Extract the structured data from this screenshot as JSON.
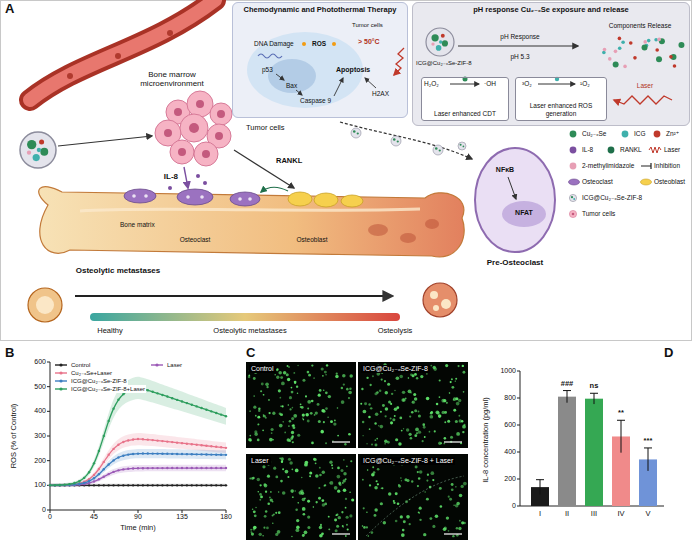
{
  "diagram": {
    "nodes": [
      {
        "text": [
          "Chemodynamic and Photothermal Therapy"
        ]
      },
      {
        "text": [
          "pH response Cu₂₋ₓSe exposure and release"
        ]
      },
      {
        "text": [
          "Laser enhanced CDT"
        ],
        "in": 1
      },
      {
        "text": [
          "Laser enhanced ROS generation"
        ],
        "in": 1
      },
      {
        "text": [
          "Control"
        ]
      },
      {
        "text": [
          "ICG@Cu₂₋ₓSe-ZIF-8"
        ]
      },
      {
        "text": [
          "Laser"
        ]
      },
      {
        "text": [
          "ICG@Cu₂₋ₓSe-ZIF-8 + Laser"
        ]
      }
    ],
    "labels": [
      "A",
      "Bone marrow microenvironment",
      "Tumor cells",
      "IL-8",
      "RANKL",
      "Bone matrix",
      "Osteoclast",
      "Osteoblast",
      "Osteolytic metastases",
      "Healthy",
      "Osteolytic metastases",
      "Osteolysis",
      "Tumor cells",
      "DNA Damage",
      "ROS",
      "> 50°C",
      "p53",
      "Bax",
      "Caspase 9",
      "Apoptosis",
      "H2AX",
      "ICG@Cu₂₋ₓSe-ZIF-8",
      "pH Response",
      "pH 5.3",
      "Components Release",
      "Laser",
      "H₂O₂",
      "·OH",
      "³O₂",
      "¹O₂",
      "NFκB",
      "NFAT",
      "Pre-Osteoclast",
      "B",
      "0",
      "100",
      "200",
      "300",
      "400",
      "500",
      "600",
      "0",
      "45",
      "90",
      "135",
      "180",
      "Time (min)",
      "ROS (% of Control)",
      "C",
      "D",
      "0",
      "200",
      "400",
      "600",
      "800",
      "1000",
      "IL-8 concentration (pg/ml)",
      "I",
      "II",
      "III",
      "IV",
      "V",
      "###",
      "ns",
      "**",
      "***"
    ],
    "legend": [
      {
        "text": "Cu₂₋ₓSe",
        "color": "#2e8b57"
      },
      {
        "text": "ICG",
        "color": "#3fb0ac"
      },
      {
        "text": "Zn²⁺",
        "color": "#c0392b"
      },
      {
        "text": "IL-8",
        "color": "#7b4fa0"
      },
      {
        "text": "RANKL",
        "color": "#1f6f4a"
      },
      {
        "text": "Laser"
      },
      {
        "text": "2-methylimidazole",
        "color": "#e79fb5"
      },
      {
        "text": "Inhibition"
      },
      {
        "text": "Osteoclast"
      },
      {
        "text": "Osteoblast"
      },
      {
        "text": "ICG@Cu₂₋ₓSe-ZIF-8"
      },
      {
        "text": "Tumor cells"
      },
      {
        "text": "Control"
      },
      {
        "text": "Laser"
      },
      {
        "text": "Cu₂₋ₓSe+Laser"
      },
      {
        "text": "ICG@Cu₂₋ₓSe-ZIF-8"
      },
      {
        "text": "ICG@Cu₂₋ₓSe-ZIF-8+Laser"
      }
    ]
  }
}
